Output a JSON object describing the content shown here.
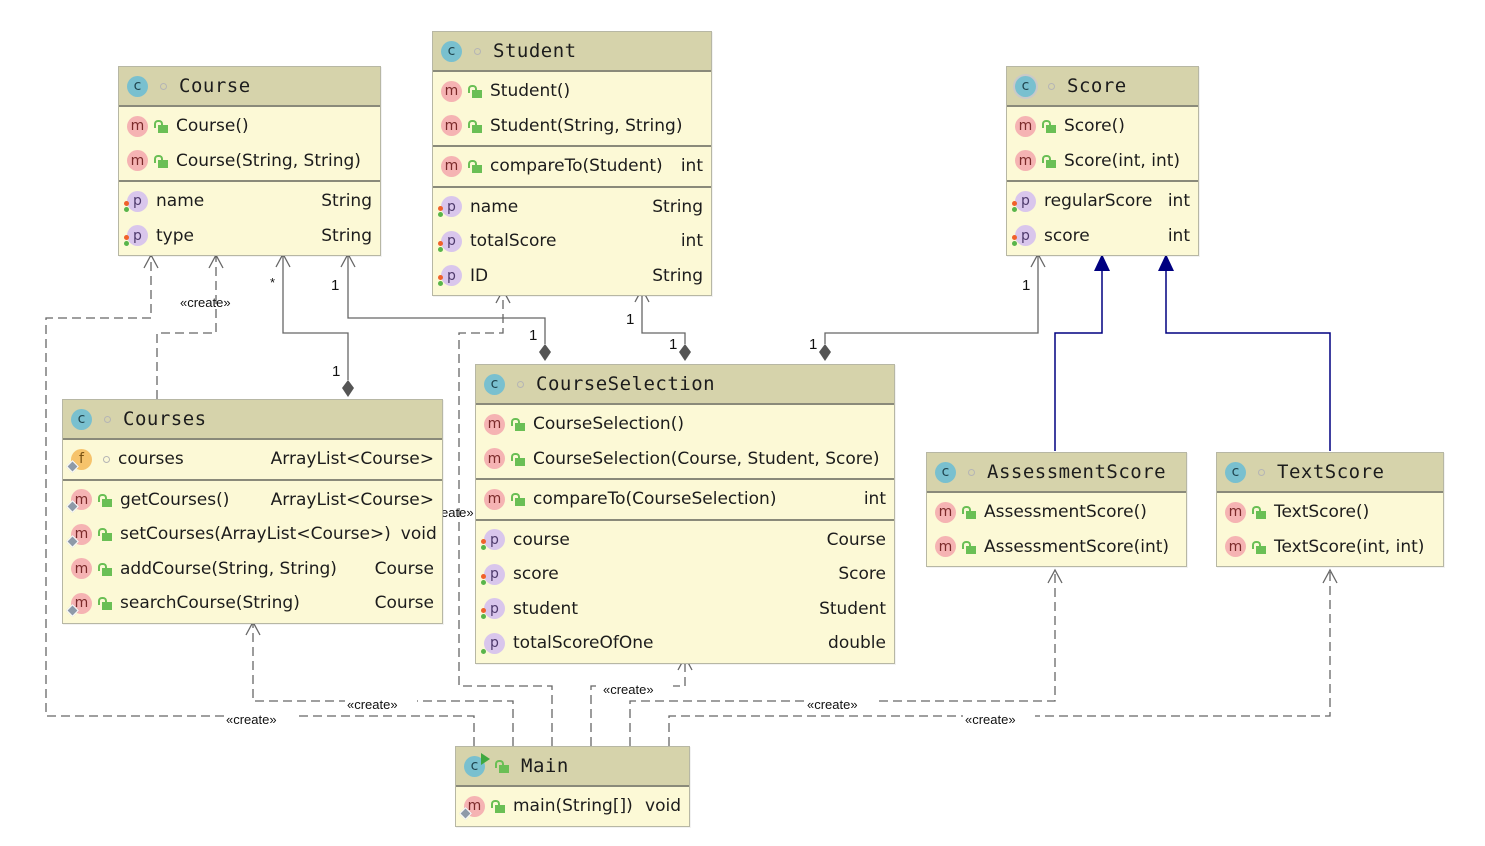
{
  "diagram": {
    "type": "UML class diagram",
    "stereotype_create": "«create»",
    "colors": {
      "header_bg": "#d6d3ab",
      "body_bg": "#fcf9d6",
      "association_line": "#666666",
      "inheritance_line": "#000080",
      "dependency_line": "#666666"
    }
  },
  "classes": {
    "course": {
      "name": "Course",
      "constructors": [
        {
          "name": "Course()",
          "type": ""
        },
        {
          "name": "Course(String, String)",
          "type": ""
        }
      ],
      "properties": [
        {
          "name": "name",
          "type": "String"
        },
        {
          "name": "type",
          "type": "String"
        }
      ]
    },
    "student": {
      "name": "Student",
      "constructors": [
        {
          "name": "Student()",
          "type": ""
        },
        {
          "name": "Student(String, String)",
          "type": ""
        }
      ],
      "methods": [
        {
          "name": "compareTo(Student)",
          "type": "int"
        }
      ],
      "properties": [
        {
          "name": "name",
          "type": "String"
        },
        {
          "name": "totalScore",
          "type": "int"
        },
        {
          "name": "ID",
          "type": "String"
        }
      ]
    },
    "score": {
      "name": "Score",
      "constructors": [
        {
          "name": "Score()",
          "type": ""
        },
        {
          "name": "Score(int, int)",
          "type": ""
        }
      ],
      "properties": [
        {
          "name": "regularScore",
          "type": "int"
        },
        {
          "name": "score",
          "type": "int"
        }
      ]
    },
    "courses": {
      "name": "Courses",
      "fields": [
        {
          "name": "courses",
          "type": "ArrayList<Course>"
        }
      ],
      "methods": [
        {
          "name": "getCourses()",
          "type": "ArrayList<Course>"
        },
        {
          "name": "setCourses(ArrayList<Course>)",
          "type": "void"
        },
        {
          "name": "addCourse(String, String)",
          "type": "Course"
        },
        {
          "name": "searchCourse(String)",
          "type": "Course"
        }
      ]
    },
    "course_selection": {
      "name": "CourseSelection",
      "constructors": [
        {
          "name": "CourseSelection()",
          "type": ""
        },
        {
          "name": "CourseSelection(Course, Student, Score)",
          "type": ""
        }
      ],
      "methods": [
        {
          "name": "compareTo(CourseSelection)",
          "type": "int"
        }
      ],
      "properties": [
        {
          "name": "course",
          "type": "Course"
        },
        {
          "name": "score",
          "type": "Score"
        },
        {
          "name": "student",
          "type": "Student"
        },
        {
          "name": "totalScoreOfOne",
          "type": "double"
        }
      ]
    },
    "assessment_score": {
      "name": "AssessmentScore",
      "constructors": [
        {
          "name": "AssessmentScore()",
          "type": ""
        },
        {
          "name": "AssessmentScore(int)",
          "type": ""
        }
      ]
    },
    "text_score": {
      "name": "TextScore",
      "constructors": [
        {
          "name": "TextScore()",
          "type": ""
        },
        {
          "name": "TextScore(int, int)",
          "type": ""
        }
      ]
    },
    "main": {
      "name": "Main",
      "methods": [
        {
          "name": "main(String[])",
          "type": "void"
        }
      ]
    }
  },
  "edge_labels": {
    "courses_to_course_many": "*",
    "courses_to_course_one": "1",
    "cs_to_course_target": "1",
    "cs_to_course_source": "1",
    "cs_to_student_target": "1",
    "cs_to_student_source": "1",
    "cs_to_score_target": "1",
    "cs_to_score_source": "1",
    "create_courses_course": "«create»",
    "create_main_courses": "«create»",
    "create_main_course": "«create»",
    "create_main_student": "«create»",
    "create_main_cs": "«create»",
    "create_main_assessment": "«create»",
    "create_main_text": "«create»"
  }
}
